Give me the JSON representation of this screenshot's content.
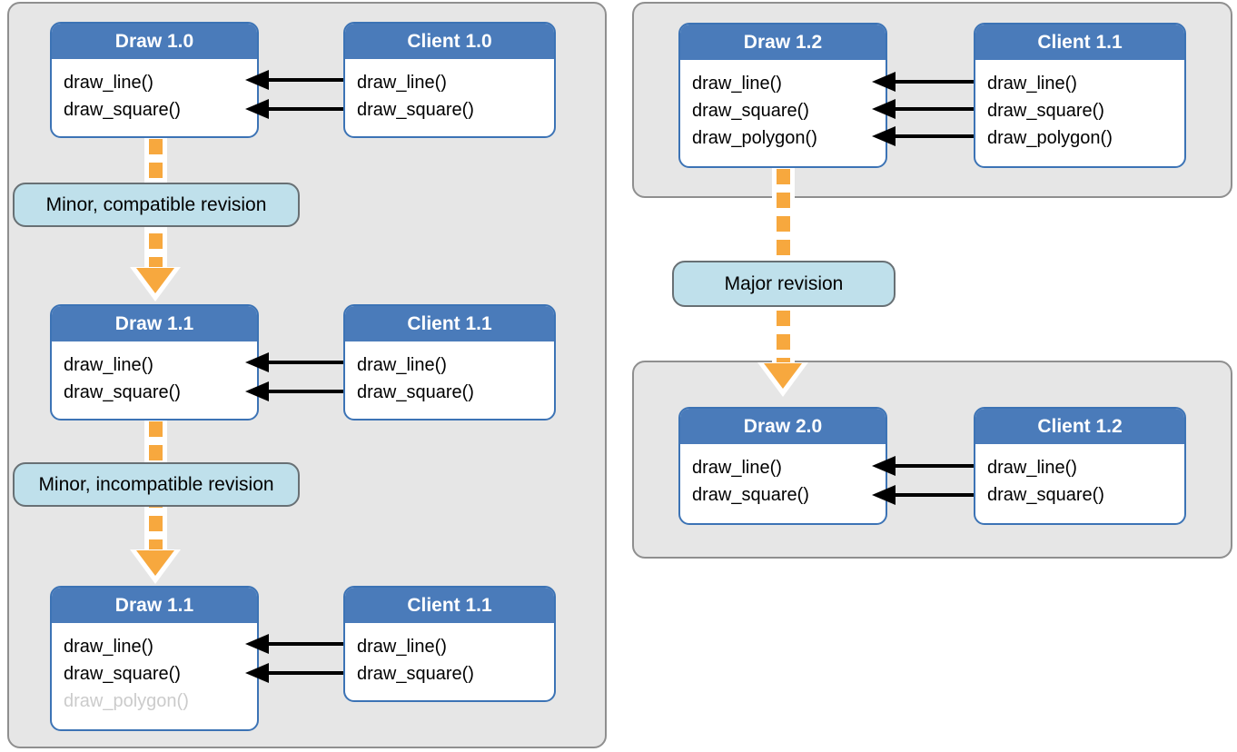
{
  "colors": {
    "box_header_blue": "#4a7bba",
    "box_border_blue": "#3c73b5",
    "panel_gray": "#e6e6e6",
    "panel_border_gray": "#8f8f8f",
    "label_light_blue": "#bfe0eb",
    "label_border_gray": "#687074",
    "revision_arrow_orange": "#f7a83e",
    "call_arrow_black": "#000000",
    "deprecated_method_gray": "#cbcbcb"
  },
  "left_panel": {
    "row1": {
      "library": {
        "title": "Draw 1.0",
        "methods": [
          "draw_line()",
          "draw_square()"
        ]
      },
      "client": {
        "title": "Client 1.0",
        "methods": [
          "draw_line()",
          "draw_square()"
        ]
      }
    },
    "label_compatible": "Minor, compatible revision",
    "row2": {
      "library": {
        "title": "Draw 1.1",
        "methods": [
          "draw_line()",
          "draw_square()"
        ]
      },
      "client": {
        "title": "Client 1.1",
        "methods": [
          "draw_line()",
          "draw_square()"
        ]
      }
    },
    "label_incompatible": "Minor, incompatible revision",
    "row3": {
      "library": {
        "title": "Draw 1.1",
        "methods": [
          "draw_line()",
          "draw_square()",
          "draw_polygon()"
        ],
        "deprecated_methods": [
          "draw_polygon()"
        ]
      },
      "client": {
        "title": "Client 1.1",
        "methods": [
          "draw_line()",
          "draw_square()"
        ]
      }
    }
  },
  "right_top_panel": {
    "library": {
      "title": "Draw 1.2",
      "methods": [
        "draw_line()",
        "draw_square()",
        "draw_polygon()"
      ]
    },
    "client": {
      "title": "Client 1.1",
      "methods": [
        "draw_line()",
        "draw_square()",
        "draw_polygon()"
      ]
    }
  },
  "label_major": "Major revision",
  "right_bottom_panel": {
    "library": {
      "title": "Draw 2.0",
      "methods": [
        "draw_line()",
        "draw_square()"
      ]
    },
    "client": {
      "title": "Client 1.2",
      "methods": [
        "draw_line()",
        "draw_square()"
      ]
    }
  }
}
